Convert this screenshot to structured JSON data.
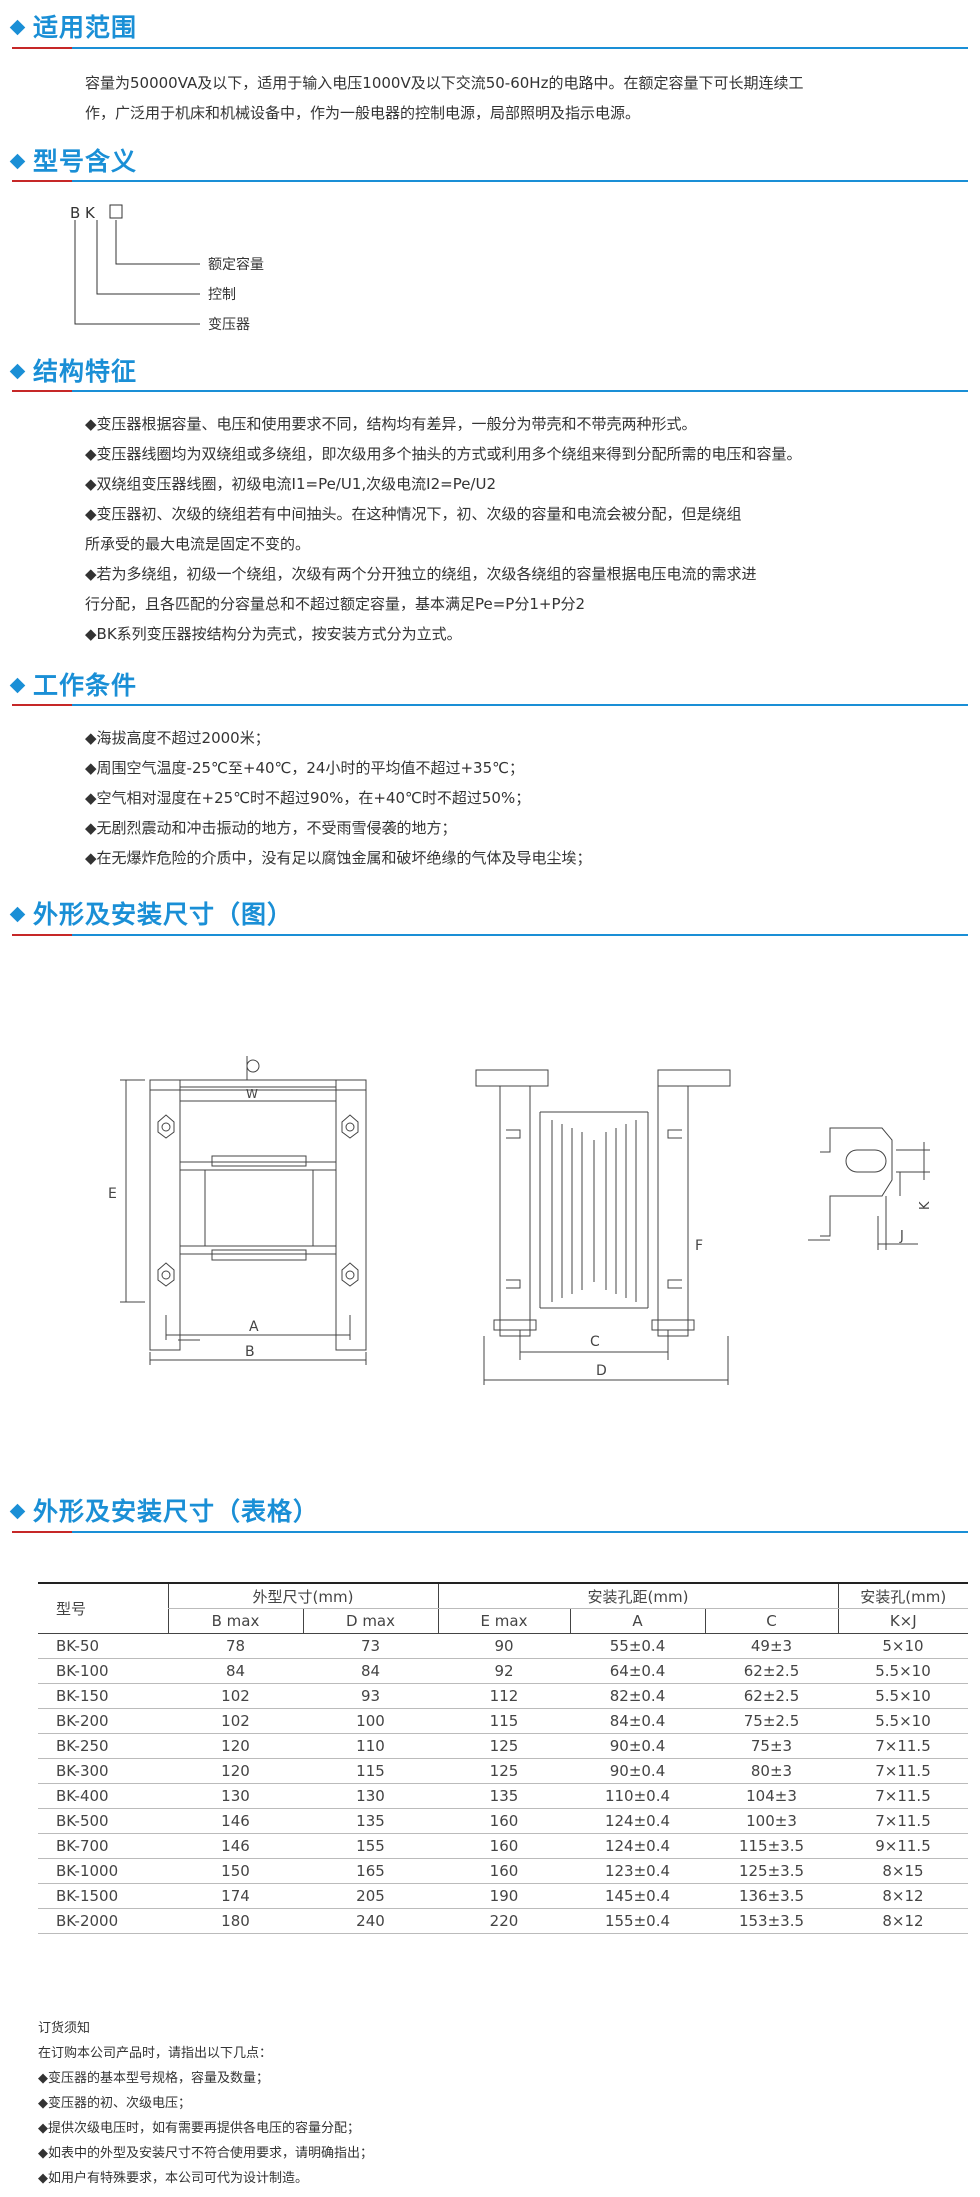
{
  "sections": {
    "scope": {
      "title": "适用范围",
      "lines": [
        "容量为50000VA及以下，适用于输入电压1000V及以下交流50-60Hz的电路中。在额定容量下可长期连续工",
        "作，广泛用于机床和机械设备中，作为一般电器的控制电源，局部照明及指示电源。"
      ]
    },
    "model": {
      "title": "型号含义",
      "code": "B K",
      "labels": [
        "额定容量",
        "控制",
        "变压器"
      ]
    },
    "structure": {
      "title": "结构特征",
      "lines": [
        "◆变压器根据容量、电压和使用要求不同，结构均有差异，一般分为带壳和不带壳两种形式。",
        "◆变压器线圈均为双绕组或多绕组，即次级用多个抽头的方式或利用多个绕组来得到分配所需的电压和容量。",
        "◆双绕组变压器线圈，初级电流Ⅰ1=Pe/U1,次级电流Ⅰ2=Pe/U2",
        "◆变压器初、次级的绕组若有中间抽头。在这种情况下，初、次级的容量和电流会被分配，但是绕组",
        "所承受的最大电流是固定不变的。",
        "◆若为多绕组，初级一个绕组，次级有两个分开独立的绕组，次级各绕组的容量根据电压电流的需求进",
        "行分配，且各匹配的分容量总和不超过额定容量，基本满足Pe=P分1+P分2",
        "◆BK系列变压器按结构分为壳式，按安装方式分为立式。"
      ]
    },
    "conditions": {
      "title": "工作条件",
      "lines": [
        "◆海拔高度不超过2000米；",
        "◆周围空气温度-25℃至+40℃，24小时的平均值不超过+35℃；",
        "◆空气相对湿度在+25℃时不超过90%，在+40℃时不超过50%；",
        "◆无剧烈震动和冲击振动的地方，不受雨雪侵袭的地方；",
        "◆在无爆炸危险的介质中，没有足以腐蚀金属和破坏绝缘的气体及导电尘埃；"
      ]
    },
    "drawing": {
      "title": "外形及安装尺寸（图）",
      "labels": {
        "E": "E",
        "A": "A",
        "B": "B",
        "C": "C",
        "D": "D",
        "F": "F",
        "J": "J",
        "K": "K"
      }
    },
    "table": {
      "title": "外形及安装尺寸（表格）"
    }
  },
  "table": {
    "group_headers": [
      "型号",
      "外型尺寸(mm)",
      "安装孔距(mm)",
      "安装孔(mm)"
    ],
    "sub_headers": [
      "B max",
      "D max",
      "E max",
      "A",
      "C",
      "K×J"
    ],
    "rows": [
      [
        "BK-50",
        "78",
        "73",
        "90",
        "55±0.4",
        "49±3",
        "5×10"
      ],
      [
        "BK-100",
        "84",
        "84",
        "92",
        "64±0.4",
        "62±2.5",
        "5.5×10"
      ],
      [
        "BK-150",
        "102",
        "93",
        "112",
        "82±0.4",
        "62±2.5",
        "5.5×10"
      ],
      [
        "BK-200",
        "102",
        "100",
        "115",
        "84±0.4",
        "75±2.5",
        "5.5×10"
      ],
      [
        "BK-250",
        "120",
        "110",
        "125",
        "90±0.4",
        "75±3",
        "7×11.5"
      ],
      [
        "BK-300",
        "120",
        "115",
        "125",
        "90±0.4",
        "80±3",
        "7×11.5"
      ],
      [
        "BK-400",
        "130",
        "130",
        "135",
        "110±0.4",
        "104±3",
        "7×11.5"
      ],
      [
        "BK-500",
        "146",
        "135",
        "160",
        "124±0.4",
        "100±3",
        "7×11.5"
      ],
      [
        "BK-700",
        "146",
        "155",
        "160",
        "124±0.4",
        "115±3.5",
        "9×11.5"
      ],
      [
        "BK-1000",
        "150",
        "165",
        "160",
        "123±0.4",
        "125±3.5",
        "8×15"
      ],
      [
        "BK-1500",
        "174",
        "205",
        "190",
        "145±0.4",
        "136±3.5",
        "8×12"
      ],
      [
        "BK-2000",
        "180",
        "240",
        "220",
        "155±0.4",
        "153±3.5",
        "8×12"
      ]
    ]
  },
  "notes": [
    "订货须知",
    "在订购本公司产品时，请指出以下几点：",
    "◆变压器的基本型号规格，容量及数量；",
    "◆变压器的初、次级电压；",
    "◆提供次级电压时，如有需要再提供各电压的容量分配；",
    "◆如表中的外型及安装尺寸不符合使用要求，请明确指出；",
    "◆如用户有特殊要求，本公司可代为设计制造。"
  ],
  "colors": {
    "accent": "#1a8fd6",
    "rule_red": "#c62828",
    "text": "#333333"
  }
}
